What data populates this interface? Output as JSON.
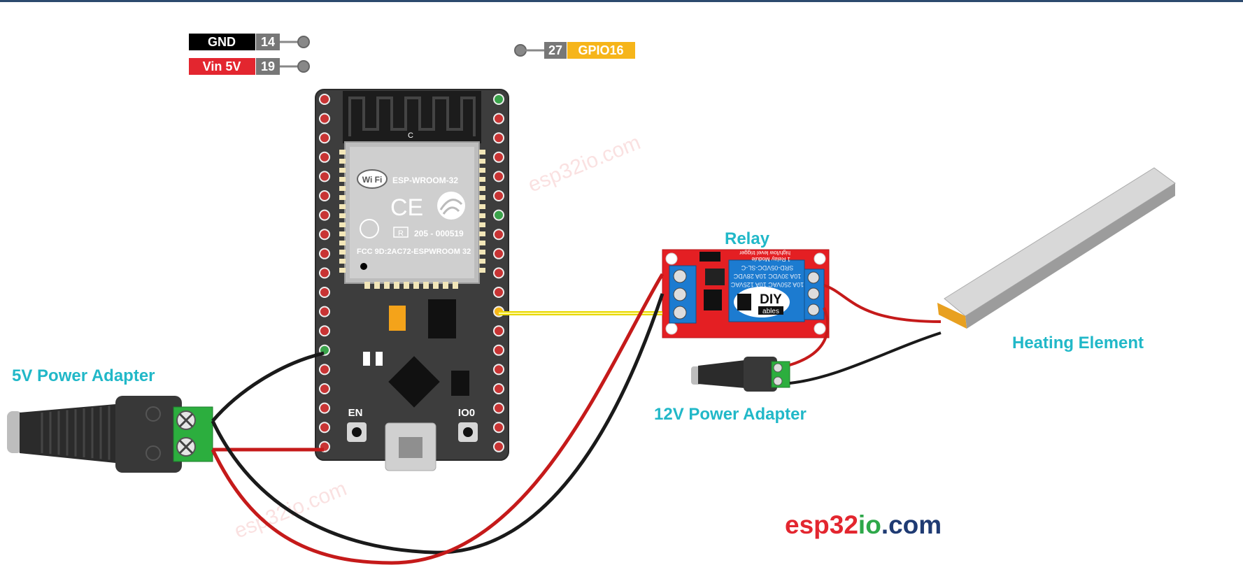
{
  "pins": {
    "gnd": {
      "name": "GND",
      "num": "14"
    },
    "vin": {
      "name": "Vin 5V",
      "num": "19"
    },
    "gpio": {
      "num": "27",
      "name": "GPIO16"
    }
  },
  "labels": {
    "adapter5v": "5V Power Adapter",
    "relay": "Relay",
    "heating": "Heating Element",
    "adapter12v": "12V Power Adapter"
  },
  "board": {
    "module_name": "ESP-WROOM-32",
    "cert_number": "205 - 000519",
    "fcc": "FCC 9D:2AC72-ESPWROOM 32",
    "ce_mark": "CE",
    "wifi_mark": "Wi Fi",
    "r_mark": "R",
    "antenna_mark": "C",
    "button_en": "EN",
    "button_io0": "IO0"
  },
  "relay_module": {
    "brand_top": "DIY",
    "brand_bottom": "ables",
    "relay_text": [
      "10A 250VAC 10A 125VAC",
      "10A 30VDC 10A 28VDC",
      "SRD-05VDC-SL-C"
    ],
    "title_text": "1 Relay Module",
    "trigger_text": "high/low level trigger"
  },
  "watermark": "esp32io.com",
  "brand": {
    "part1": "esp32",
    "part2": "io",
    "part3": ".com",
    "color1": "#e3262f",
    "color2": "#2ea84a",
    "color3": "#1f3b73"
  },
  "colors": {
    "label": "#21b8c8",
    "gpio_bg": "#f6b51a",
    "vin_bg": "#e3262f",
    "gnd_bg": "#000000",
    "pin_num_bg": "#777777"
  }
}
